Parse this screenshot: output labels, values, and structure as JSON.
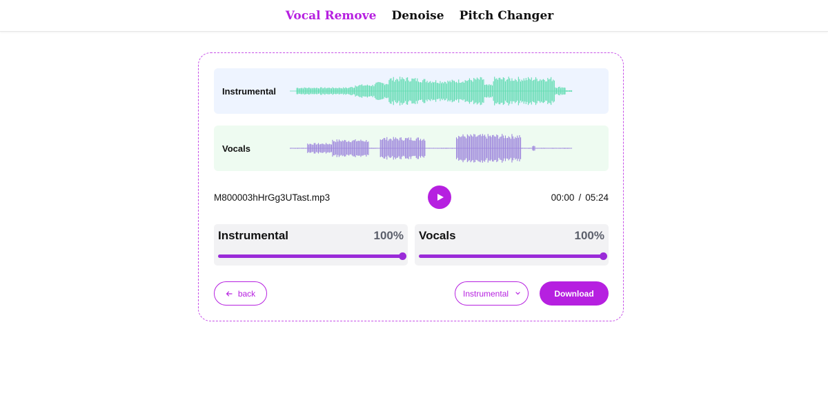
{
  "nav": {
    "items": [
      {
        "label": "Vocal Remove",
        "active": true
      },
      {
        "label": "Denoise",
        "active": false
      },
      {
        "label": "Pitch Changer",
        "active": false
      }
    ]
  },
  "tracks": {
    "instrumental": {
      "label": "Instrumental",
      "color": "#5fdcb0",
      "bg": "#eef4ff"
    },
    "vocals": {
      "label": "Vocals",
      "color": "#9b82dc",
      "bg": "#eefbf1"
    }
  },
  "player": {
    "file_name": "M800003hHrGg3UTast.mp3",
    "play_icon": "play-icon",
    "current_time": "00:00",
    "separator": "/",
    "duration": "05:24"
  },
  "volume": {
    "instrumental": {
      "label": "Instrumental",
      "value_text": "100%",
      "level": 1.0
    },
    "vocals": {
      "label": "Vocals",
      "value_text": "100%",
      "level": 1.0
    }
  },
  "actions": {
    "back_label": "back",
    "back_icon": "arrow-left-icon",
    "select_value": "Instrumental",
    "select_icon": "chevron-down-icon",
    "download_label": "Download"
  },
  "colors": {
    "accent": "#b620e0",
    "slider": "#9a2bd8"
  }
}
